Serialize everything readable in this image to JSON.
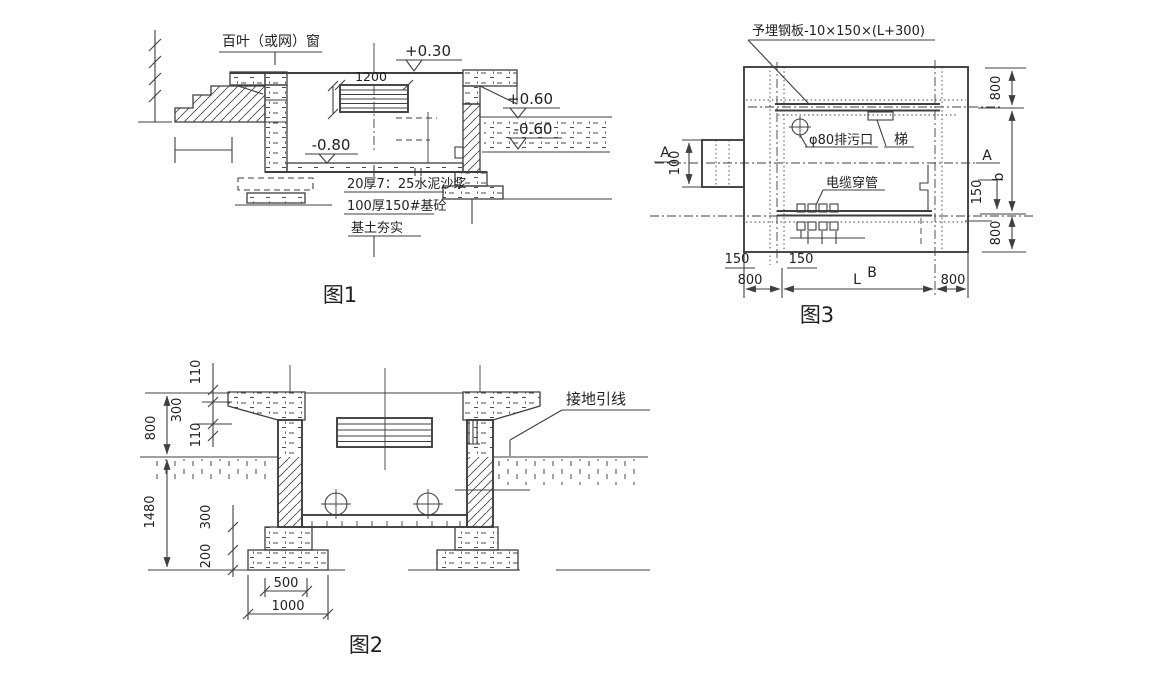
{
  "colors": {
    "line": "#3f3f3f",
    "text": "#1f1f1f",
    "background": "#ffffff"
  },
  "fig1": {
    "caption": "图1",
    "window_label": "百叶（或网）窗",
    "dim_1200": "1200",
    "elev_top": "+0.30",
    "elev_right_upper": "+0.60",
    "elev_right_lower": "-0.60",
    "elev_pit": "-0.80",
    "note_mortar": "20厚7：25水泥沙浆",
    "note_concrete": "100厚150#基砼",
    "note_soil": "基土夯实"
  },
  "fig2": {
    "caption": "图2",
    "grounding_label": "接地引线",
    "dim_110_top": "110",
    "dim_300_cap": "300",
    "dim_110_bottom": "110",
    "dim_800": "800",
    "dim_1480": "1480",
    "dim_300_footing": "300",
    "dim_200_footing": "200",
    "dim_500": "500",
    "dim_1000": "1000"
  },
  "fig3": {
    "caption": "图3",
    "plate_label": "予埋钢板-10×150×(L+300)",
    "drain_label": "φ80排污口",
    "ladder_label": "梯",
    "cable_label": "电缆穿管",
    "section_left": "A",
    "section_right": "A",
    "dim_b": "b",
    "dim_100": "100",
    "dim_800_top": "800",
    "dim_150_right": "150",
    "dim_800_bottom": "800",
    "dim_150_a": "150",
    "dim_150_b": "150",
    "label_B": "B",
    "dim_800_left": "800",
    "dim_L": "L",
    "dim_800_right": "800"
  }
}
